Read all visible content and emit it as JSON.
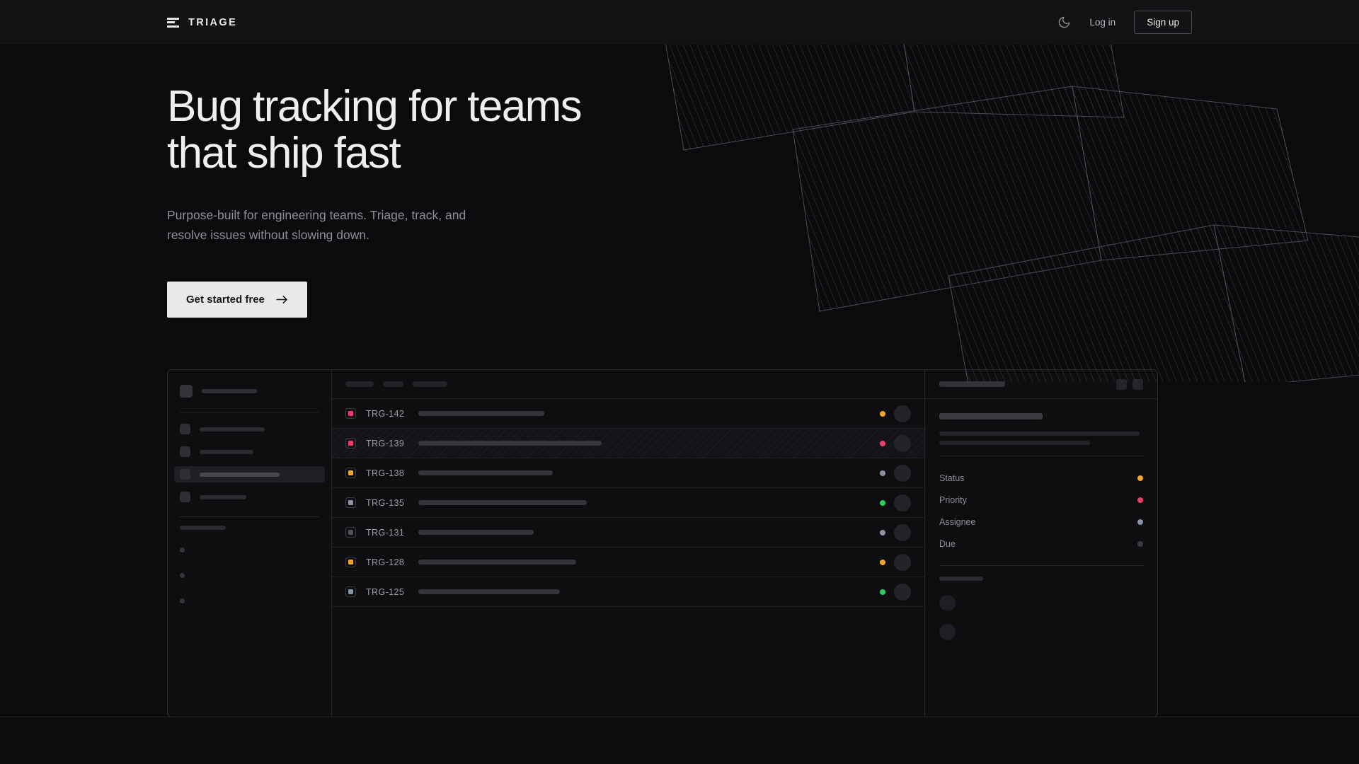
{
  "brand": {
    "name": "TRIAGE",
    "logo_icon": "stacked-bars-logo-icon"
  },
  "nav": {
    "theme_toggle_icon": "moon-icon",
    "login_label": "Log in",
    "signup_label": "Sign up"
  },
  "hero": {
    "headline": "Bug tracking for teams\nthat ship fast",
    "subhead": "Purpose-built for engineering teams. Triage, track, and\nresolve issues without slowing down.",
    "cta_label": "Get started free",
    "cta_icon": "arrow-right-icon"
  },
  "colors": {
    "page_bg": "#0b0b0d",
    "nav_bg": "#121214",
    "accent_orange": "#f5a623",
    "accent_pink": "#ef3e69",
    "accent_green": "#22d45f",
    "accent_slate": "#8b93a6",
    "accent_grey": "#3a3a40",
    "cta_bg": "#e9e9ea",
    "border": "#2a2a2e"
  },
  "mockup": {
    "sidebar": {
      "nav_items": [
        {
          "name": "sidebar-item-1",
          "width": 92,
          "active": false
        },
        {
          "name": "sidebar-item-2",
          "width": 76,
          "active": false
        },
        {
          "name": "sidebar-item-3",
          "width": 113,
          "active": true
        },
        {
          "name": "sidebar-item-4",
          "width": 66,
          "active": false
        }
      ],
      "section_label_width": 65,
      "sub_items": 3
    },
    "toolbar": {
      "pills": [
        40,
        29,
        49
      ]
    },
    "list": {
      "rows": [
        {
          "id": "TRG-142",
          "chip_color": "#ef3e69",
          "title_width": 178,
          "status_color": "#f5a623",
          "selected": false
        },
        {
          "id": "TRG-139",
          "chip_color": "#ef3e69",
          "title_width": 259,
          "status_color": "#ef3e69",
          "selected": true
        },
        {
          "id": "TRG-138",
          "chip_color": "#f5a623",
          "title_width": 190,
          "status_color": "#8b93a6",
          "selected": false
        },
        {
          "id": "TRG-135",
          "chip_color": "#8b93a6",
          "title_width": 238,
          "status_color": "#22d45f",
          "selected": false
        },
        {
          "id": "TRG-131",
          "chip_color": "#51515a",
          "title_width": 163,
          "status_color": "#8b93a6",
          "selected": false
        },
        {
          "id": "TRG-128",
          "chip_color": "#f5a623",
          "title_width": 223,
          "status_color": "#f5a623",
          "selected": false
        },
        {
          "id": "TRG-125",
          "chip_color": "#8b93a6",
          "title_width": 200,
          "status_color": "#22d45f",
          "selected": false
        }
      ]
    },
    "detail": {
      "header_bar_width": 93,
      "title_bar_width": 146,
      "body_bars": [
        283,
        213
      ],
      "meta": [
        {
          "label": "Status",
          "dot_color": "#f5a623"
        },
        {
          "label": "Priority",
          "dot_color": "#ef3e69"
        },
        {
          "label": "Assignee",
          "dot_color": "#8b93a6"
        },
        {
          "label": "Due",
          "dot_color": "#3a3a40"
        }
      ],
      "comments_label_width": 62,
      "comment_avatars": 2
    }
  }
}
